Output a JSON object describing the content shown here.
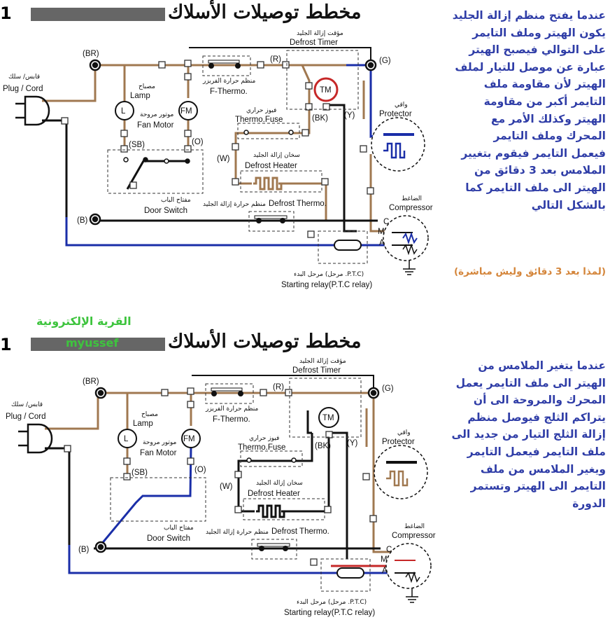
{
  "colors": {
    "brown": "#a07850",
    "black": "#111111",
    "blue": "#1a2ea8",
    "red": "#c62828",
    "note_blue": "#2f3da7",
    "note_orange": "#d4853a",
    "green": "#3ec43e"
  },
  "header": {
    "title": "مخطط توصيلات الأسلاك",
    "number": "1",
    "site_arabic": "القرية الإلكترونية",
    "site_latin": "myussef"
  },
  "diagram": {
    "plug_ar": "قابس/ سلك",
    "plug_en": "Plug / Cord",
    "br": "(BR)",
    "b": "(B)",
    "g": "(G)",
    "r": "(R)",
    "bk": "(BK)",
    "y": "(Y)",
    "o": "(O)",
    "sb": "(SB)",
    "w": "(W)",
    "lamp_ar": "مصباح",
    "lamp_en": "Lamp",
    "lamp_symbol": "L",
    "fan_ar": "موتور مروحة",
    "fan_en": "Fan Motor",
    "fan_symbol": "FM",
    "timer_ar": "مؤقت إزالة الجليد",
    "timer_en": "Defrost Timer",
    "timer_symbol": "TM",
    "fthermo_ar": "منظم حرارة الفريزر",
    "fthermo_en": "F-Thermo.",
    "fuse_ar": "فيوز حراري",
    "fuse_en": "Thermo.Fuse",
    "heater_ar": "سخان إزالة الجليد",
    "heater_en": "Defrost Heater",
    "dthermo_ar": "منظم حرارة إزالة الجليد",
    "dthermo_en": "Defrost Thermo.",
    "door_ar": "مفتاح الباب",
    "door_en": "Door Switch",
    "protector_ar": "واقي",
    "protector_en": "Protector",
    "compressor_ar": "الضاغط",
    "compressor_en": "Compressor",
    "c": "C",
    "m": "M",
    "a": "A",
    "relay_ar": "مرحل البدء (مرحل .P.T.C)",
    "relay_en": "Starting relay(P.T.C relay)"
  },
  "notes": {
    "top": [
      "عندما يفتح منظم إزالة الجليد",
      "يكون الهيتر وملف التايمر",
      "على التوالي فيصبح الهيتر",
      "عبارة عن موصل للتيار لملف",
      "الهيتر لأن مقاومة ملف",
      "التايمر أكبر من مقاومة",
      "الهيتر وكذلك الأمر مع",
      "المحرك وملف التايمر",
      "فيعمل التايمر فيقوم بتغيير",
      "الملامس بعد 3 دقائق من",
      "الهيتر الى ملف التايمر كما",
      "بالشكل التالي"
    ],
    "question": "(لمذا بعد 3 دقائق وليش مباشرة)",
    "bottom": [
      "عندما يتغير الملامس من",
      "الهيتر الى ملف التايمر يعمل",
      "المحرك والمروحة الى أن",
      "يتراكم الثلج فيوصل منظم",
      "إزالة الثلج التيار من جديد الى",
      "ملف التايمر فيعمل التايمر",
      "ويغير الملامس من ملف",
      "التايمر الى الهيتر وتستمر",
      "الدورة"
    ]
  }
}
